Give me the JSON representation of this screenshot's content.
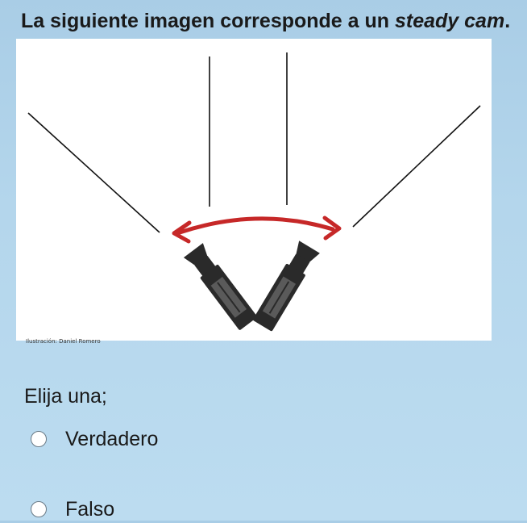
{
  "question": {
    "title_before": "La siguiente imagen corresponde a un ",
    "title_emphasis": "steady cam",
    "title_after": "."
  },
  "figure": {
    "credit": "Ilustración: Daniel Romero"
  },
  "answer": {
    "prompt": "Elija una;",
    "options": [
      {
        "label": "Verdadero",
        "selected": false
      },
      {
        "label": "Falso",
        "selected": false
      }
    ]
  },
  "colors": {
    "background": "#b4d6ec",
    "arrow": "#c62828",
    "camera": "#2a2a2a"
  }
}
